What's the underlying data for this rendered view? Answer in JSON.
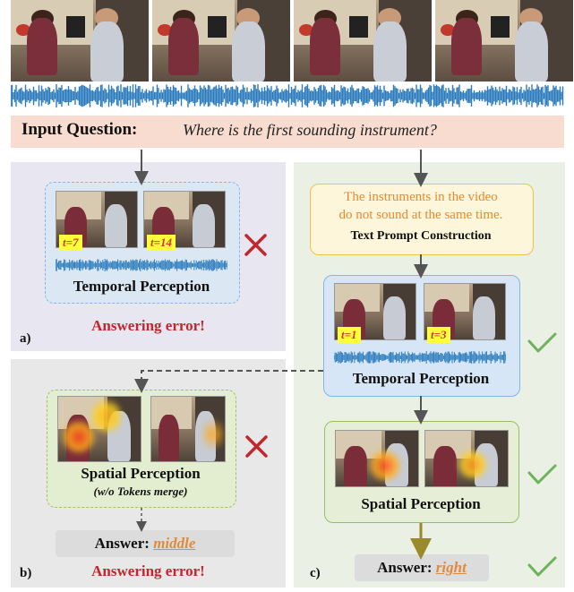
{
  "question": {
    "label": "Input Question:",
    "text": "Where is the first sounding instrument?"
  },
  "panel_a": {
    "label": "a)",
    "perception_title": "Temporal Perception",
    "frame_labels": [
      "t=7",
      "t=14"
    ],
    "status_icon": "cross-icon",
    "error_text": "Answering error!"
  },
  "panel_b": {
    "label": "b)",
    "perception_title": "Spatial Perception",
    "perception_subtitle": "(w/o Tokens merge)",
    "status_icon": "cross-icon",
    "answer_label": "Answer:",
    "answer_value": "middle",
    "error_text": "Answering error!"
  },
  "panel_c": {
    "label": "c)",
    "prompt_text_line1": "The instruments in the video",
    "prompt_text_line2": "do not sound at the same time.",
    "prompt_title": "Text Prompt Construction",
    "temporal_title": "Temporal Perception",
    "frame_labels": [
      "t=1",
      "t=3"
    ],
    "spatial_title": "Spatial Perception",
    "answer_label": "Answer",
    "answer_value": "right",
    "status_icon": "check-icon"
  },
  "colors": {
    "error_red": "#c1272d",
    "check_green": "#6db35c",
    "answer_orange": "#e08a3c",
    "prompt_orange": "#e8892f"
  }
}
